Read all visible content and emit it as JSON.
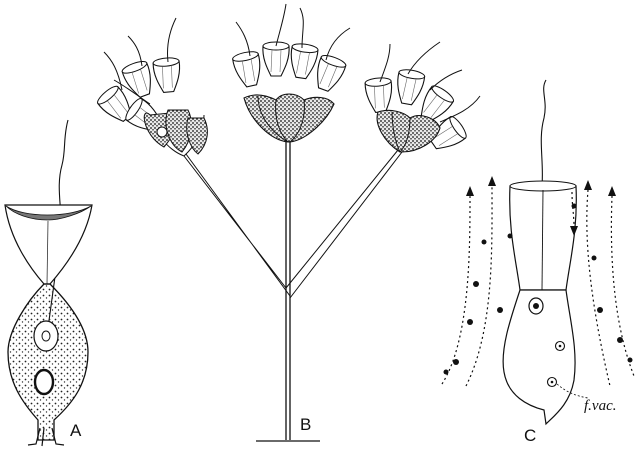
{
  "figure": {
    "labels": {
      "a": "A",
      "b": "B",
      "c": "C",
      "food_vacuole": "f.vac."
    }
  }
}
